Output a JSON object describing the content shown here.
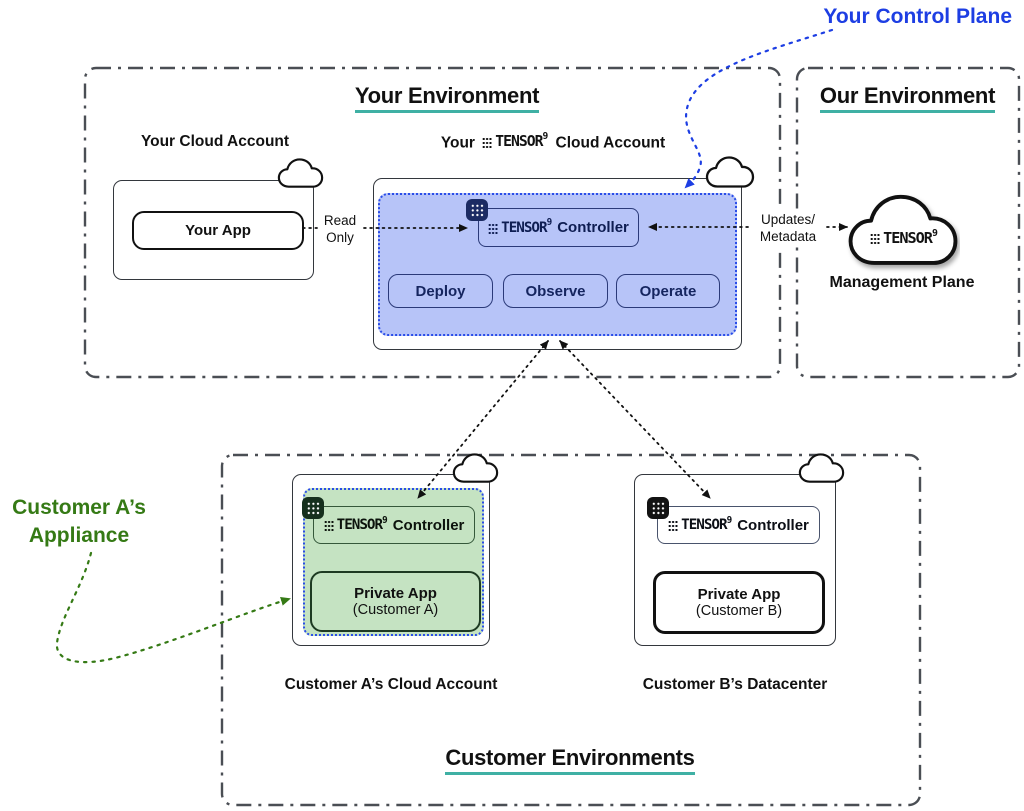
{
  "brand": {
    "name": "TENSOR",
    "sup": "9"
  },
  "callouts": {
    "control_plane": "Your Control Plane",
    "appliance_line1": "Customer A’s",
    "appliance_line2": "Appliance"
  },
  "your_environment": {
    "title": "Your Environment",
    "cloud_account": {
      "label": "Your Cloud Account",
      "app_label": "Your App"
    },
    "tensor_account": {
      "label_prefix": "Your",
      "label_suffix": "Cloud Account"
    },
    "controller_label": "Controller",
    "actions": [
      "Deploy",
      "Observe",
      "Operate"
    ],
    "read_only_line1": "Read",
    "read_only_line2": "Only"
  },
  "our_environment": {
    "title": "Our Environment",
    "management_plane_label": "Management Plane",
    "updates_line1": "Updates/",
    "updates_line2": "Metadata"
  },
  "customer_environments": {
    "title": "Customer Environments",
    "customer_a": {
      "account_label": "Customer A’s Cloud Account",
      "controller_label": "Controller",
      "app_line1": "Private App",
      "app_line2": "(Customer A)"
    },
    "customer_b": {
      "account_label": "Customer B’s Datacenter",
      "controller_label": "Controller",
      "app_line1": "Private App",
      "app_line2": "(Customer B)"
    }
  },
  "colors": {
    "accent_blue": "#1d3ee3",
    "panel_blue_fill": "#b7c4f8",
    "panel_green_fill": "#c5e3c2",
    "dotted_border_blue": "#2a4de8",
    "teal_underline": "#3fb0a4",
    "callout_green": "#357a15",
    "navy_text": "#15255f"
  }
}
